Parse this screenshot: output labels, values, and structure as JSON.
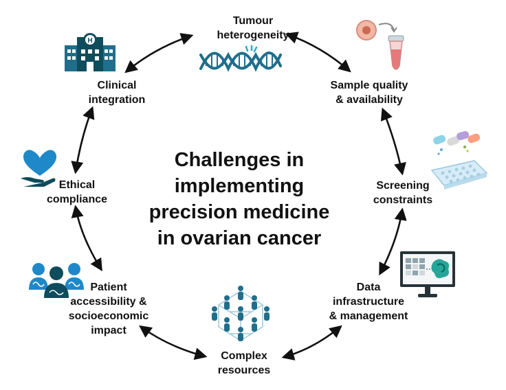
{
  "title": {
    "lines": [
      "Challenges in",
      "implementing",
      "precision medicine",
      "in ovarian cancer"
    ]
  },
  "nodes": {
    "tumour": {
      "lines": [
        "Tumour",
        "heterogeneity"
      ],
      "icon": "dna-icon"
    },
    "sample": {
      "lines": [
        "Sample quality",
        "& availability"
      ],
      "icon": "sample-tube-icon"
    },
    "screening": {
      "lines": [
        "Screening",
        "constraints"
      ],
      "icon": "screening-plate-icon"
    },
    "data": {
      "lines": [
        "Data",
        "infrastructure",
        "& management"
      ],
      "icon": "computer-monitor-icon"
    },
    "complex": {
      "lines": [
        "Complex",
        "resources"
      ],
      "icon": "people-network-icon"
    },
    "patient": {
      "lines": [
        "Patient",
        "accessibility &",
        "socioeconomic",
        "impact"
      ],
      "icon": "patient-group-icon"
    },
    "ethical": {
      "lines": [
        "Ethical",
        "compliance"
      ],
      "icon": "heart-hand-icon"
    },
    "clinical": {
      "lines": [
        "Clinical",
        "integration"
      ],
      "icon": "hospital-icon"
    }
  },
  "colors": {
    "primary": "#1f6e8c",
    "dark": "#0f4c5c",
    "heart": "#1e88c8",
    "text": "#111111",
    "tube": "#e57a7a"
  }
}
